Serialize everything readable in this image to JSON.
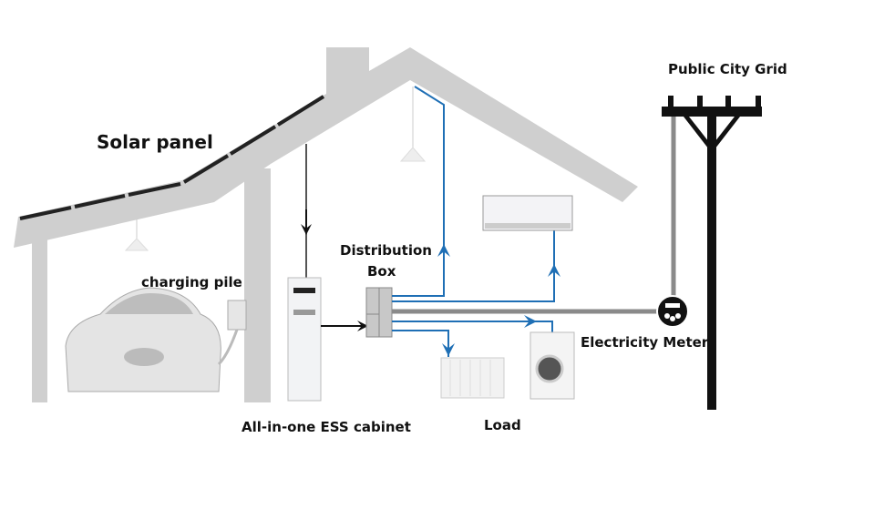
{
  "labels": {
    "solar_panel": "Solar panel",
    "charging_pile": "charging pile",
    "distribution_box_line1": "Distribution",
    "distribution_box_line2": "Box",
    "public_city_grid": "Public City Grid",
    "electricity_meter": "Electricity Meter",
    "ess_cabinet": "All-in-one ESS cabinet",
    "load": "Load"
  },
  "colors": {
    "structure": "#cfcfcf",
    "load_wire": "#1f6fb5",
    "dc_wire": "#111111",
    "grid_wire": "#8a8a8a",
    "pole": "#111111"
  }
}
